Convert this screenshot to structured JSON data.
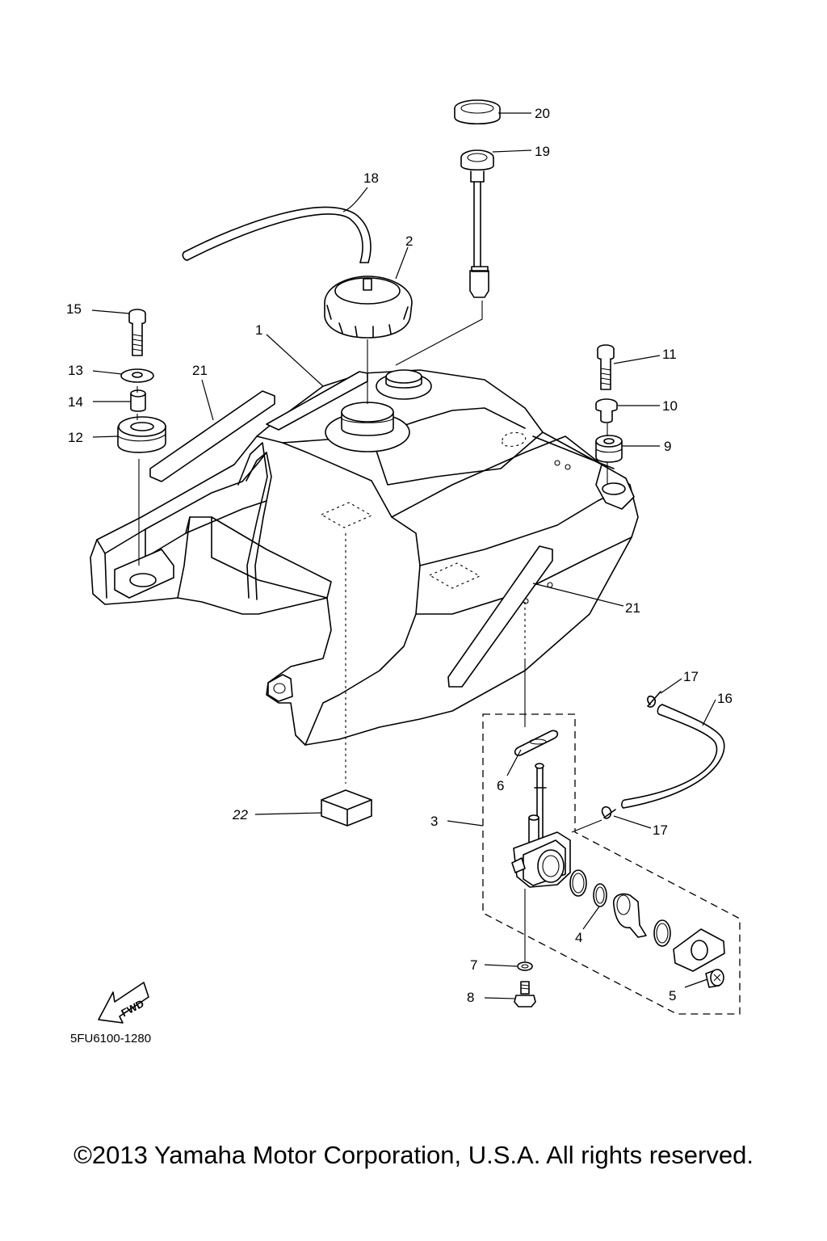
{
  "diagram": {
    "part_code": "5FU6100-1280",
    "copyright": "©2013 Yamaha Motor Corporation, U.S.A. All rights reserved.",
    "fwd_label": "FWD",
    "callouts": {
      "c1": "1",
      "c2": "2",
      "c3": "3",
      "c4": "4",
      "c5": "5",
      "c6": "6",
      "c7": "7",
      "c8": "8",
      "c9": "9",
      "c10": "10",
      "c11": "11",
      "c12": "12",
      "c13": "13",
      "c14": "14",
      "c15": "15",
      "c16": "16",
      "c17a": "17",
      "c17b": "17",
      "c18": "18",
      "c19": "19",
      "c20": "20",
      "c21a": "21",
      "c21b": "21",
      "c22": "22"
    }
  }
}
